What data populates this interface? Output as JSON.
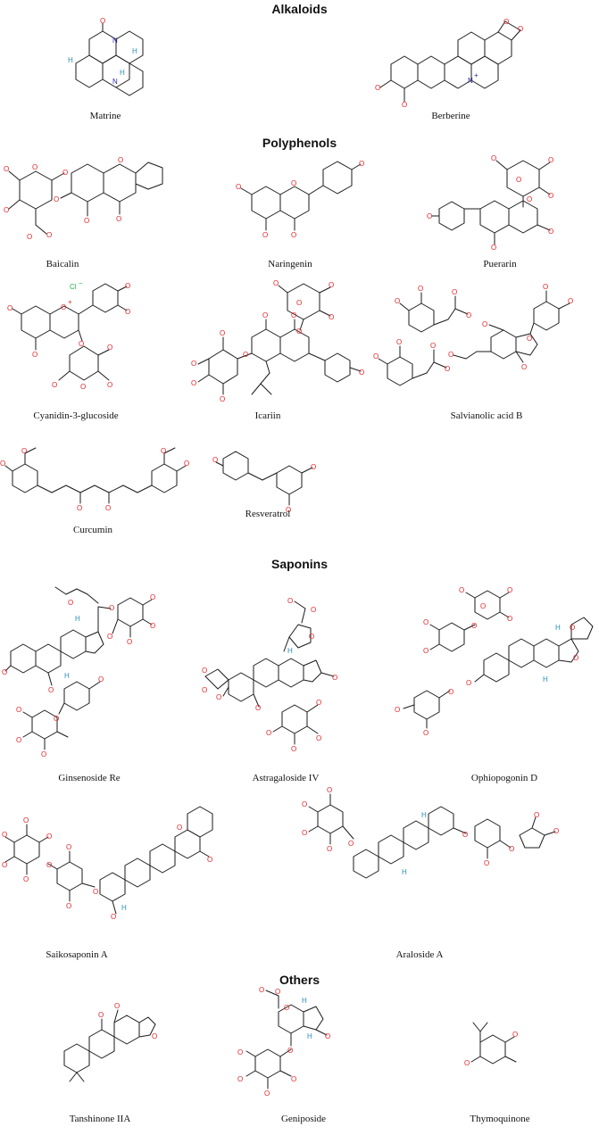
{
  "sections": [
    {
      "title": "Alkaloids",
      "compounds": [
        "Matrine",
        "Berberine"
      ]
    },
    {
      "title": "Polyphenols",
      "compounds": [
        "Baicalin",
        "Naringenin",
        "Puerarin",
        "Cyanidin-3-glucoside",
        "Icariin",
        "Salvianolic acid B",
        "Curcumin",
        "Resveratrol"
      ]
    },
    {
      "title": "Saponins",
      "compounds": [
        "Ginsenoside Re",
        "Astragaloside IV",
        "Ophiopogonin D",
        "Saikosaponin A",
        "Araloside A"
      ]
    },
    {
      "title": "Others",
      "compounds": [
        "Tanshinone IIA",
        "Geniposide",
        "Thymoquinone"
      ]
    }
  ],
  "atom_labels": {
    "oxygen": "O",
    "nitrogen": "N",
    "nitrogen_cation": "N",
    "cation_sign": "+",
    "hydrogen": "H",
    "chloride": "Cl",
    "anion_sign": "−"
  },
  "colors": {
    "oxygen": "#e3262b",
    "nitrogen": "#2a2aa8",
    "hydrogen": "#2b8fb8",
    "chloride": "#22b34a",
    "bond": "#1a1a1a"
  }
}
